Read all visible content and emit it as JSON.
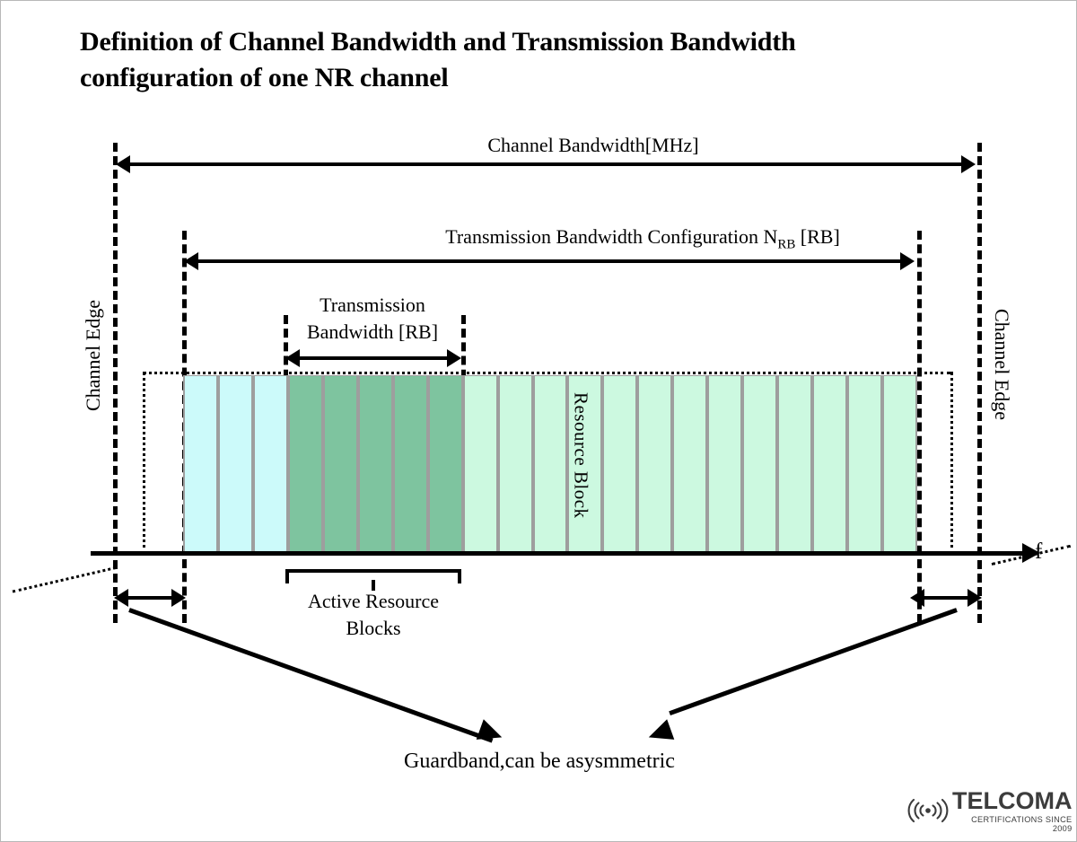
{
  "title": {
    "line1": "Definition of Channel Bandwidth and Transmission Bandwidth",
    "line2": "configuration of one NR channel"
  },
  "labels": {
    "channel_bandwidth": "Channel Bandwidth[MHz]",
    "transmission_bw_config_pre": "Transmission Bandwidth Configuration N",
    "transmission_bw_config_sub": "RB",
    "transmission_bw_config_post": " [RB]",
    "transmission_bandwidth_line1": "Transmission",
    "transmission_bandwidth_line2": "Bandwidth  [RB]",
    "channel_edge_left": "Channel Edge",
    "channel_edge_right": "Channel Edge",
    "resource_block": "Resource Block",
    "active_resource_blocks_line1": "Active Resource",
    "active_resource_blocks_line2": "Blocks",
    "guardband": "Guardband,can be asysmmetric",
    "frequency_axis": "f"
  },
  "logo": {
    "word": "TELCOMA",
    "tagline": "CERTIFICATIONS SINCE 2009"
  },
  "colors": {
    "guard_rb": "#ccfafa",
    "active_rb": "#7ec49f",
    "inactive_rb": "#ccf9e0",
    "rb_border": "#9e9e9e",
    "ink": "#000000",
    "logo_gray": "#3c3c3c"
  },
  "chart_data": {
    "type": "diagram",
    "title": "Definition of Channel Bandwidth and Transmission Bandwidth configuration of one NR channel",
    "xlabel": "f",
    "resource_blocks": {
      "guard_left_count": 3,
      "active_count": 5,
      "inactive_right_count": 13,
      "total_count": 21
    },
    "spans": [
      {
        "name": "Channel Bandwidth[MHz]",
        "from": "channel-edge-left",
        "to": "channel-edge-right"
      },
      {
        "name": "Transmission Bandwidth Configuration NRB [RB]",
        "from": "transmission-config-left",
        "to": "transmission-config-right"
      },
      {
        "name": "Transmission Bandwidth [RB]",
        "from": "active-rb-left",
        "to": "active-rb-right"
      },
      {
        "name": "Guardband left",
        "from": "channel-edge-left",
        "to": "transmission-config-left"
      },
      {
        "name": "Guardband right",
        "from": "transmission-config-right",
        "to": "channel-edge-right"
      }
    ]
  }
}
